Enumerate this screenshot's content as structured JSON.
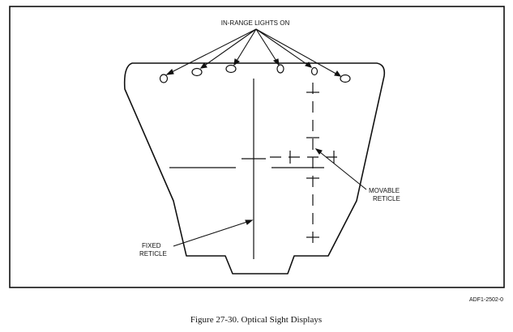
{
  "callouts": {
    "in_range_lights": "IN-RANGE LIGHTS ON",
    "movable_reticle_line1": "MOVABLE",
    "movable_reticle_line2": "RETICLE",
    "fixed_reticle_line1": "FIXED",
    "fixed_reticle_line2": "RETICLE"
  },
  "figure_ref": "ADF1-2502-0",
  "caption": "Figure 27-30.  Optical Sight Displays",
  "colors": {
    "ink": "#111111",
    "paper": "#ffffff"
  }
}
